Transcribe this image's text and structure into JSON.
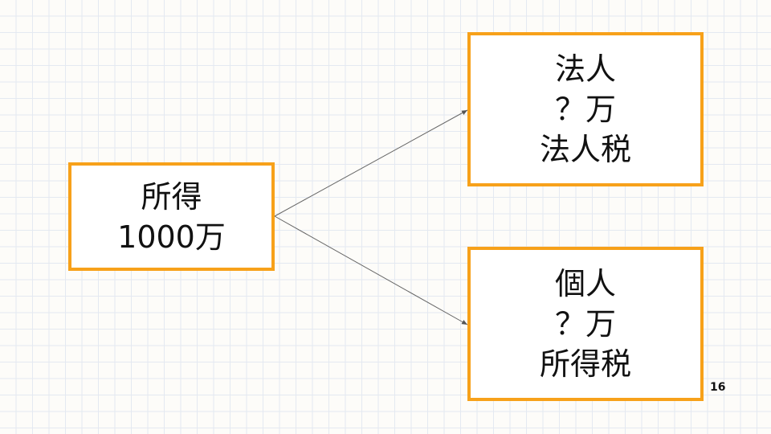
{
  "source": {
    "line1": "所得",
    "line2": "1000万"
  },
  "corporate": {
    "line1": "法人",
    "line2": "？万",
    "line3": "法人税"
  },
  "individual": {
    "line1": "個人",
    "line2": "？万",
    "line3": "所得税"
  },
  "page_number": "16",
  "colors": {
    "border": "#f7a11a",
    "arrow": "#555555"
  }
}
